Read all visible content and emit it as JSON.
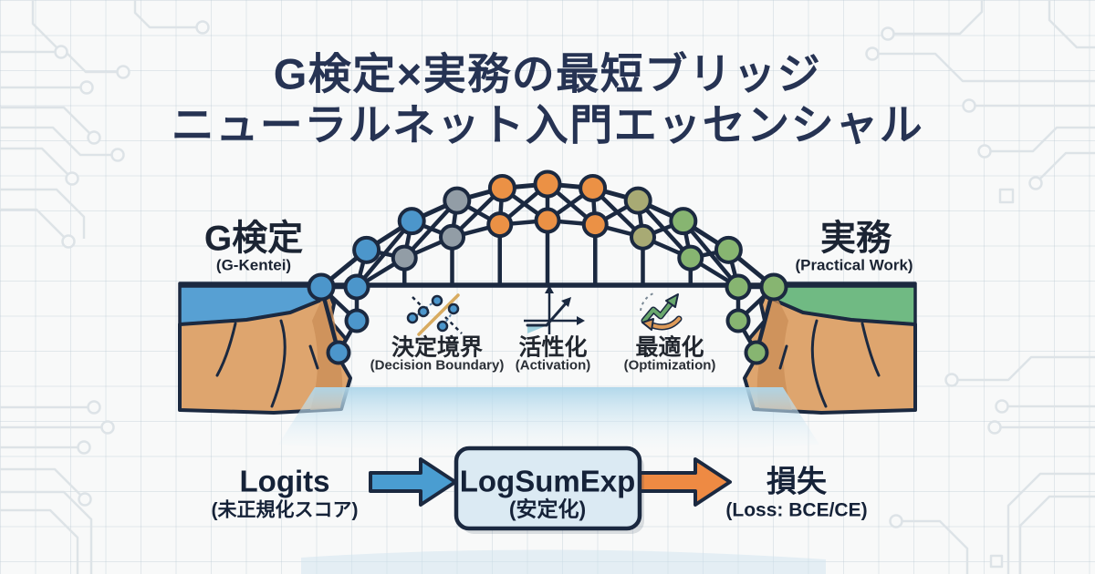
{
  "title": {
    "line1": "G検定×実務の最短ブリッジ",
    "line2": "ニューラルネット入門エッセンシャル"
  },
  "banks": {
    "left": {
      "label": "G検定",
      "sublabel": "(G-Kentei)"
    },
    "right": {
      "label": "実務",
      "sublabel": "(Practical Work)"
    }
  },
  "concepts": [
    {
      "label": "決定境界",
      "sublabel": "(Decision Boundary)",
      "icon": "decision-boundary-icon"
    },
    {
      "label": "活性化",
      "sublabel": "(Activation)",
      "icon": "activation-icon"
    },
    {
      "label": "最適化",
      "sublabel": "(Optimization)",
      "icon": "optimization-icon"
    }
  ],
  "flow": {
    "input": {
      "label": "Logits",
      "sublabel": "(未正規化スコア)"
    },
    "process": {
      "label": "LogSumExp",
      "sublabel": "(安定化)"
    },
    "output": {
      "label": "損失",
      "sublabel": "(Loss: BCE/CE)"
    }
  },
  "colors": {
    "title": "#263353",
    "ink": "#1b2940",
    "node_blue": "#4c96cb",
    "node_gray": "#929da6",
    "node_orange": "#eb9145",
    "node_olive": "#a8aa74",
    "node_green": "#87b571",
    "water_left": "#57a0d3",
    "bank_right": "#70ba83",
    "cliff": "#dea56e",
    "cliff_shade": "#cb8f58",
    "mist": "#aed6ea",
    "arrow_blue": "#4a9dd1",
    "arrow_orange": "#ee8a43",
    "box_fill": "#dbeaf3",
    "circuit": "#dde3e7"
  }
}
